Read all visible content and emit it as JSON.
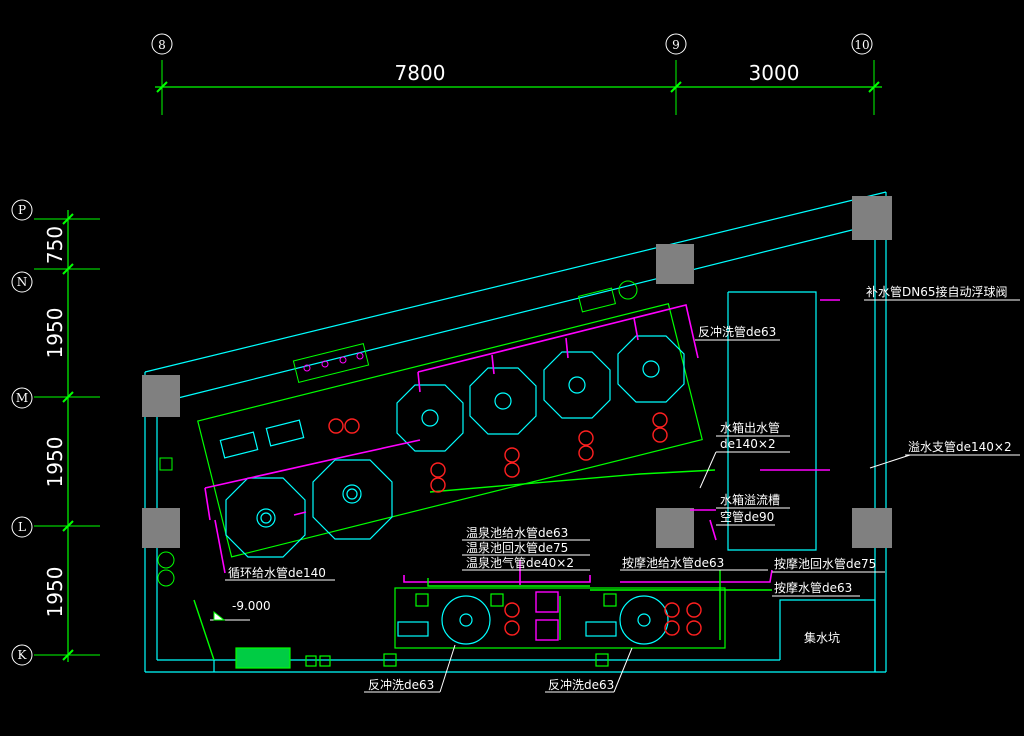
{
  "grid_axes": {
    "columns": [
      "8",
      "9",
      "10"
    ],
    "rows": [
      "P",
      "N",
      "M",
      "L",
      "K"
    ]
  },
  "dimensions": {
    "horizontal": [
      "7800",
      "3000"
    ],
    "vertical": [
      "750",
      "1950",
      "1950",
      "1950"
    ]
  },
  "labels": {
    "makeup_pipe": "补水管DN65接自动浮球阀",
    "backwash_top": "反冲洗管de63",
    "tank_outlet": "水箱出水管",
    "tank_outlet_size": "de140×2",
    "overflow_branch": "溢水支管de140×2",
    "tank_overflow": "水箱溢流槽",
    "vent_pipe": "空管de90",
    "hot_supply": "温泉池给水管de63",
    "hot_return": "温泉池回水管de75",
    "hot_air": "温泉池气管de40×2",
    "circ_supply": "循环给水管de140",
    "elevation": "-9.000",
    "massage_supply": "按摩池给水管de63",
    "massage_return": "按摩池回水管de75",
    "massage_water": "按摩水管de63",
    "sump": "集水坑",
    "backwash_left": "反冲洗de63",
    "backwash_right": "反冲洗de63"
  },
  "colors": {
    "grid": "#00ff00",
    "wall": "#00ffff",
    "pipe_magenta": "#ff00ff",
    "pump_red": "#ff2020",
    "column_gray": "#808080",
    "equipment_cyan": "#00ffff",
    "text": "#ffffff"
  }
}
